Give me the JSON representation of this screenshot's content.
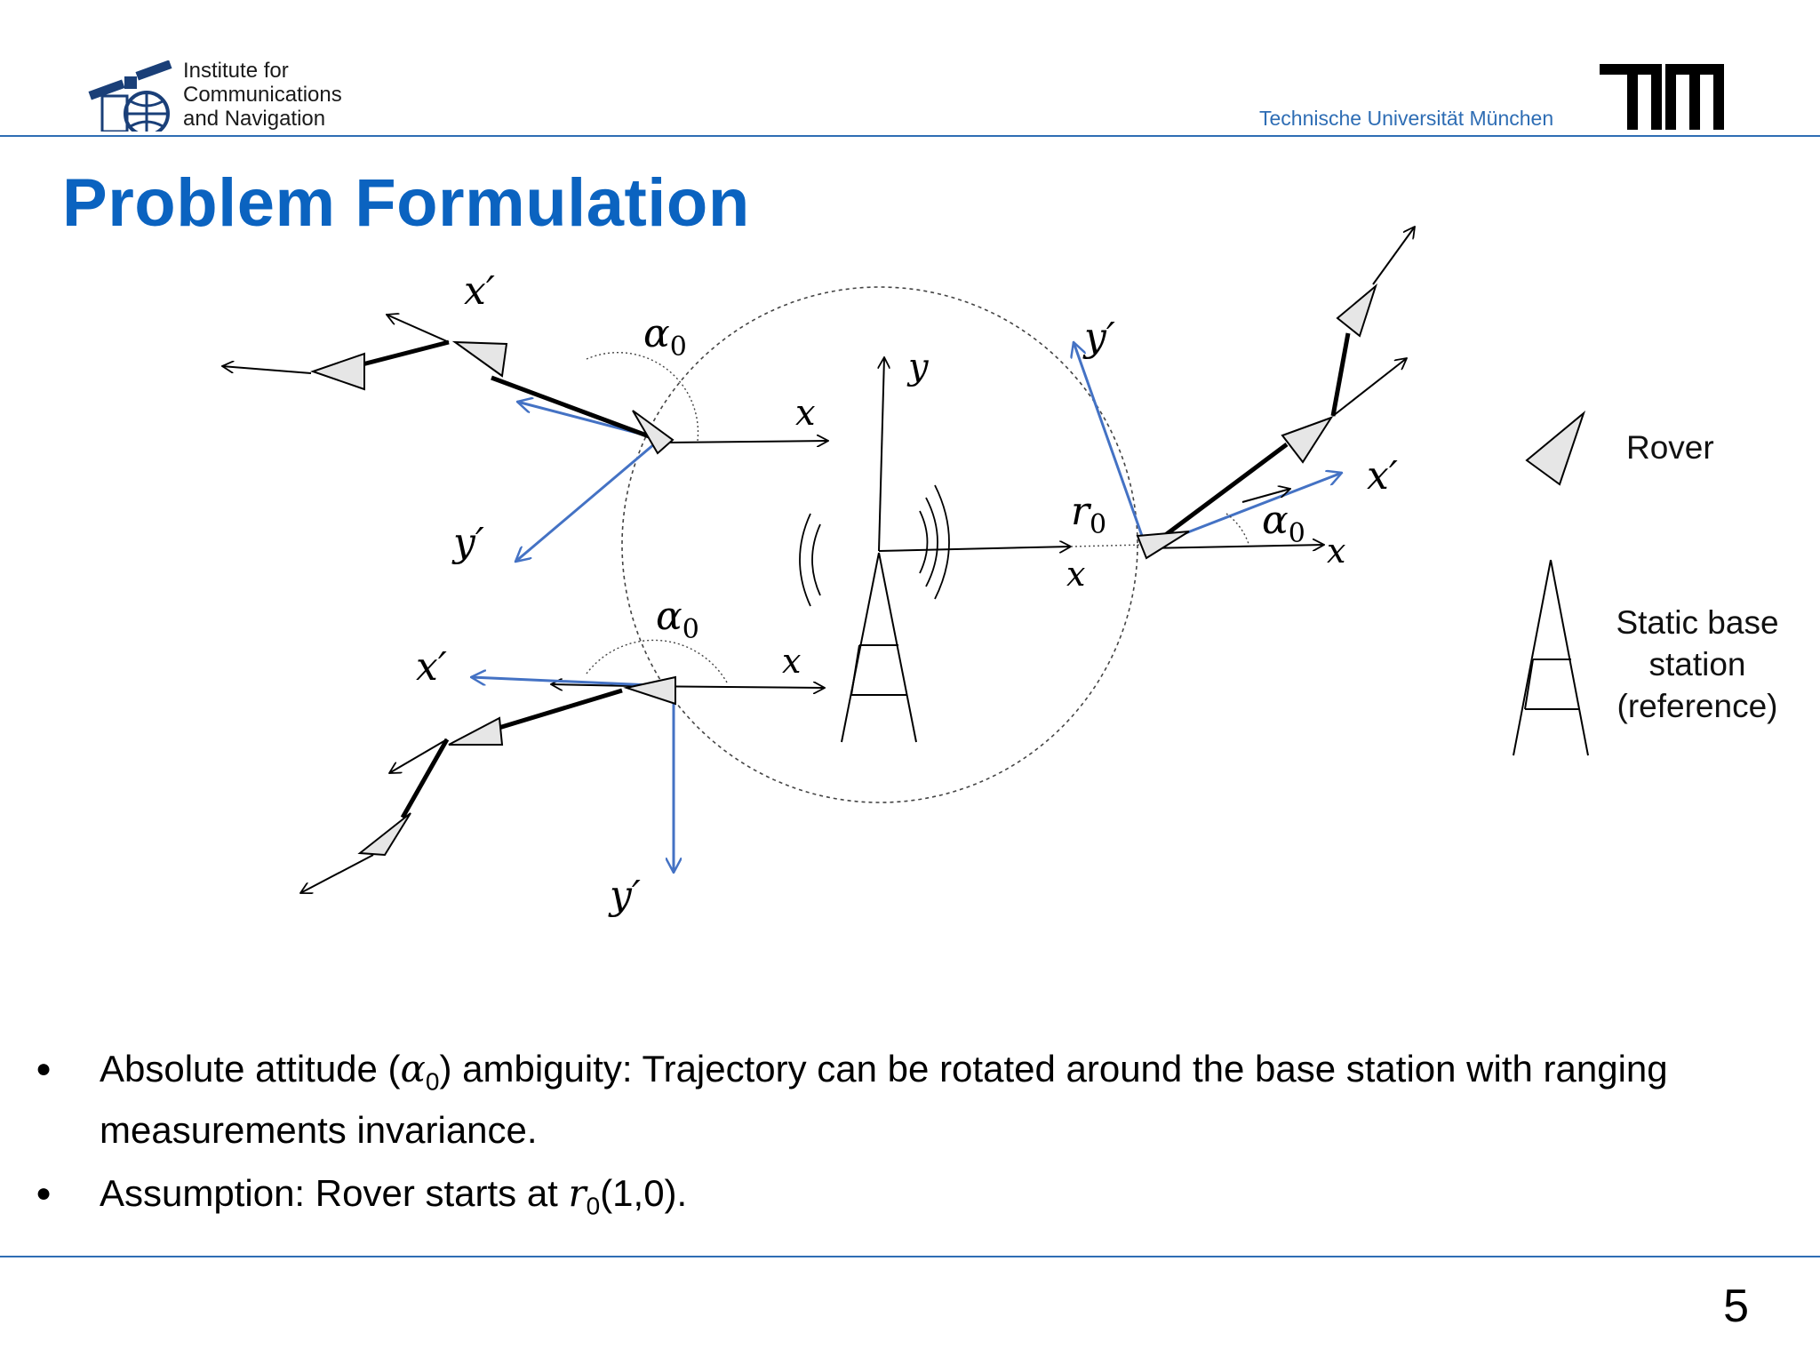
{
  "header": {
    "institute_lines": [
      "Institute for",
      "Communications",
      "and Navigation"
    ],
    "university": "Technische Universität München"
  },
  "slide": {
    "title": "Problem Formulation",
    "page_number": "5"
  },
  "diagram": {
    "labels": {
      "x": "x",
      "y": "y",
      "x_prime": "x′",
      "y_prime": "y′",
      "alpha": "α",
      "alpha_sub": "0",
      "r": "r",
      "r_sub": "0"
    },
    "legend": {
      "rover": "Rover",
      "station_lines": [
        "Static base",
        "station",
        "(reference)"
      ]
    },
    "colors": {
      "frame": "#4472c4",
      "axes": "#000000",
      "rover_fill": "#e6e6e6"
    }
  },
  "bullets": [
    {
      "pre": "Absolute attitude (",
      "sym": "α",
      "sub": "0",
      "post": ") ambiguity: Trajectory can be rotated around the base station with ranging measurements invariance."
    },
    {
      "pre": "Assumption: Rover starts at ",
      "sym": "r",
      "sub": "0",
      "post": "(1,0)."
    }
  ]
}
